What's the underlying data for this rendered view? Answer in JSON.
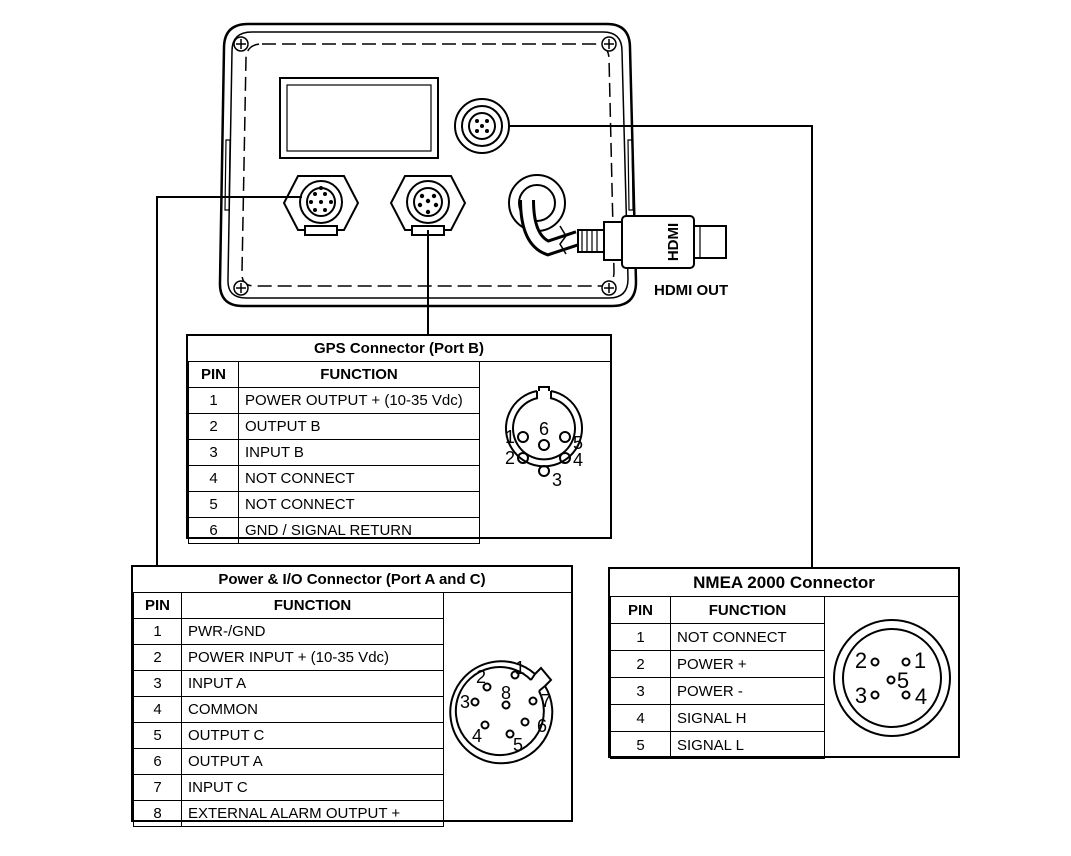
{
  "device": {
    "hdmi_plug_text": "HDMI",
    "hdmi_out_label": "HDMI OUT"
  },
  "gps": {
    "title": "GPS Connector (Port B)",
    "headers": {
      "pin": "PIN",
      "function": "FUNCTION"
    },
    "rows": [
      {
        "pin": "1",
        "function": "POWER OUTPUT + (10-35 Vdc)"
      },
      {
        "pin": "2",
        "function": "OUTPUT B"
      },
      {
        "pin": "3",
        "function": "INPUT B"
      },
      {
        "pin": "4",
        "function": "NOT CONNECT"
      },
      {
        "pin": "5",
        "function": "NOT CONNECT"
      },
      {
        "pin": "6",
        "function": "GND / SIGNAL RETURN"
      }
    ],
    "pin_labels": [
      "1",
      "6",
      "5",
      "2",
      "4",
      "3"
    ]
  },
  "power": {
    "title": "Power & I/O Connector (Port A and C)",
    "headers": {
      "pin": "PIN",
      "function": "FUNCTION"
    },
    "rows": [
      {
        "pin": "1",
        "function": "PWR-/GND"
      },
      {
        "pin": "2",
        "function": "POWER INPUT + (10-35 Vdc)"
      },
      {
        "pin": "3",
        "function": "INPUT A"
      },
      {
        "pin": "4",
        "function": "COMMON"
      },
      {
        "pin": "5",
        "function": "OUTPUT C"
      },
      {
        "pin": "6",
        "function": "OUTPUT A"
      },
      {
        "pin": "7",
        "function": "INPUT C"
      },
      {
        "pin": "8",
        "function": "EXTERNAL ALARM OUTPUT +"
      }
    ],
    "pin_labels": [
      "1",
      "2",
      "3",
      "4",
      "5",
      "6",
      "7",
      "8"
    ]
  },
  "nmea": {
    "title": "NMEA 2000 Connector",
    "headers": {
      "pin": "PIN",
      "function": "FUNCTION"
    },
    "rows": [
      {
        "pin": "1",
        "function": "NOT CONNECT"
      },
      {
        "pin": "2",
        "function": "POWER +"
      },
      {
        "pin": "3",
        "function": "POWER -"
      },
      {
        "pin": "4",
        "function": "SIGNAL H"
      },
      {
        "pin": "5",
        "function": "SIGNAL L"
      }
    ],
    "pin_labels": [
      "2",
      "1",
      "5",
      "3",
      "4"
    ]
  }
}
